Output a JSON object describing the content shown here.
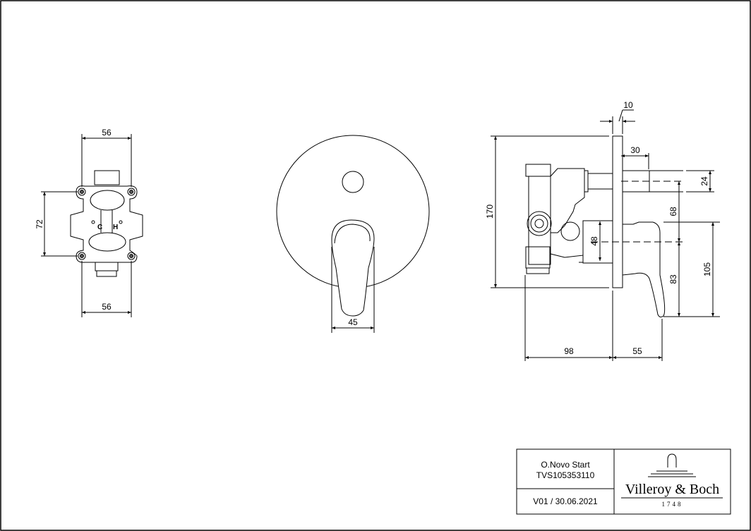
{
  "dimensions": {
    "left_top_width": "56",
    "left_bottom_width": "56",
    "left_height": "72",
    "front_handle_width": "45",
    "side_plate_thickness": "10",
    "side_spout_length": "30",
    "side_spout_height": "24",
    "side_total_height": "170",
    "side_spout_to_center": "68",
    "side_body_height": "48",
    "side_handle_height": "105",
    "side_center_to_bottom": "83",
    "side_depth_behind": "98",
    "side_depth_front": "55"
  },
  "valve_labels": {
    "cold": "C",
    "hot": "H"
  },
  "title_block": {
    "product_name": "O.Novo Start",
    "article_number": "TVS105353110",
    "version": "V01 / 30.06.2021",
    "brand": "Villeroy & Boch",
    "brand_year": "1748"
  }
}
